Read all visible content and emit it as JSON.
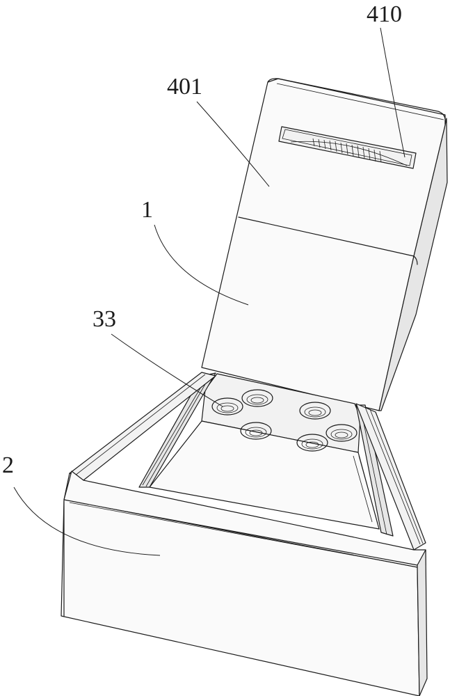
{
  "labels": {
    "lid_panel": "401",
    "window": "410",
    "body": "1",
    "cups": "33",
    "base": "2"
  },
  "colors": {
    "line": "#1a1a1a",
    "background": "#ffffff"
  }
}
